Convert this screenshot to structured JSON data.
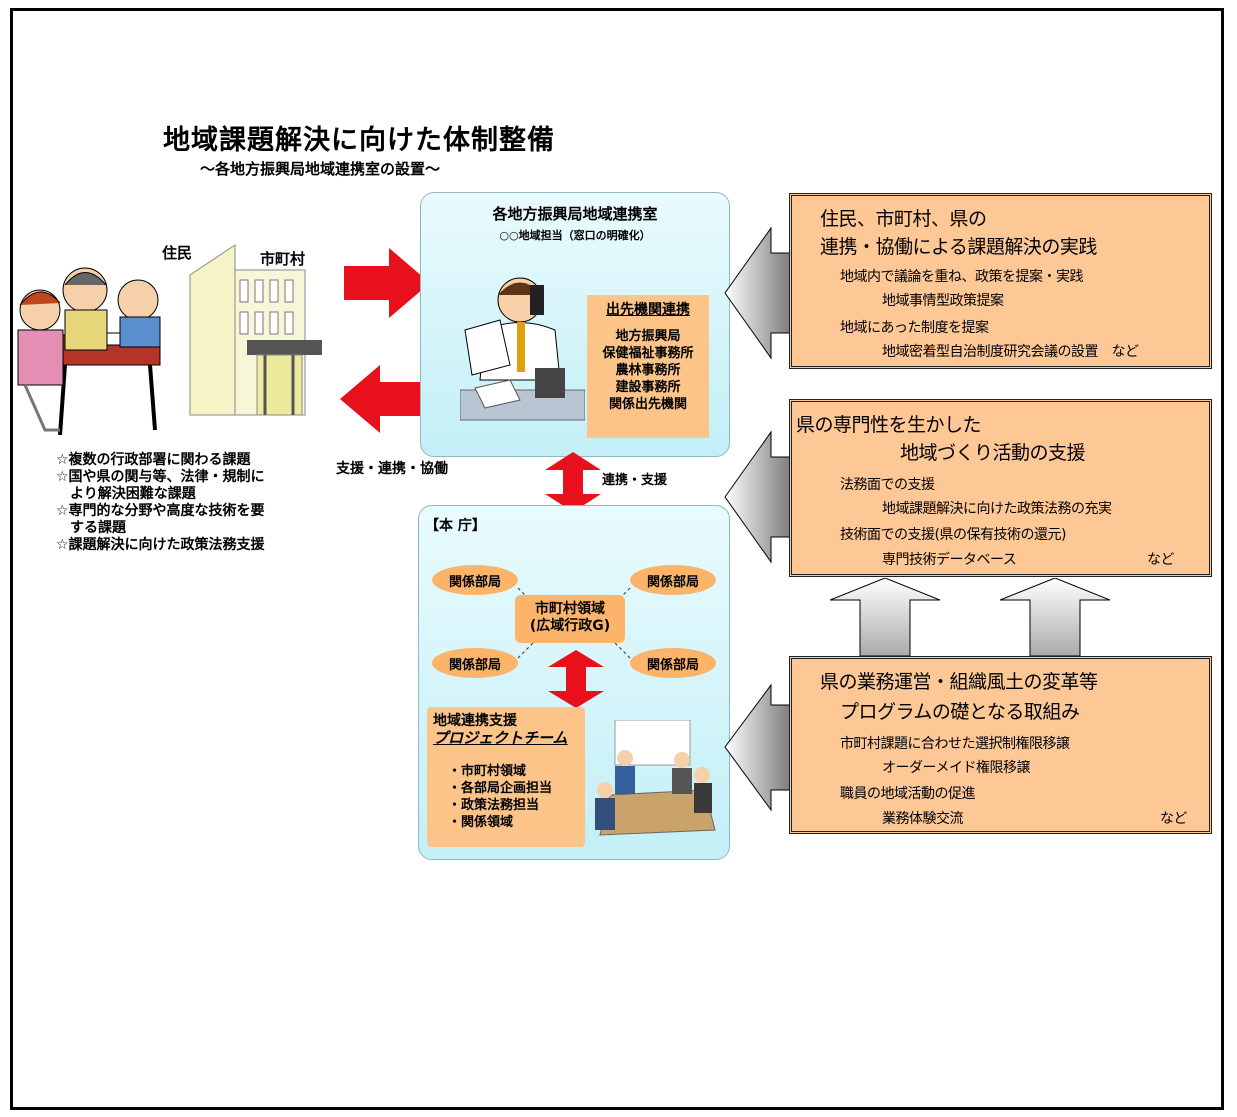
{
  "header": {
    "title": "地域課題解決に向けた体制整備",
    "subtitle": "～各地方振興局地域連携室の設置～"
  },
  "left": {
    "residents_label": "住民",
    "municipality_label": "市町村",
    "support_label": "支援・連携・協働",
    "issues": [
      "☆複数の行政部署に関わる課題",
      "☆国や県の関与等、法律・規制に",
      "　より解決困難な課題",
      "☆専門的な分野や高度な技術を要",
      "　する課題",
      "☆課題解決に向けた政策法務支援"
    ]
  },
  "center": {
    "office_title": "各地方振興局地域連携室",
    "office_sub": "○○地域担当（窓口の明確化）",
    "branch_title": "出先機関連携",
    "branch_items": [
      "地方振興局",
      "保健福祉事務所",
      "農林事務所",
      "建設事務所",
      "関係出先機関"
    ],
    "link_label": "連携・支援",
    "hq_label": "【本 庁】",
    "dept_label": "関係部局",
    "core_line1": "市町村領域",
    "core_line2": "(広域行政G)",
    "team_title1": "地域連携支援",
    "team_title2": "プロジェクトチーム",
    "team_items": [
      "・市町村領域",
      "・各部局企画担当",
      "・政策法務担当",
      "・関係領域"
    ]
  },
  "right": {
    "box1": {
      "h1": "住民、市町村、県の",
      "h2": "連携・協働による課題解決の実践",
      "l1": "地域内で議論を重ね、政策を提案・実践",
      "l2": "地域事情型政策提案",
      "l3": "地域にあった制度を提案",
      "l4": "地域密着型自治制度研究会議の設置　など"
    },
    "box2": {
      "h1": "県の専門性を生かした",
      "h2": "地域づくり活動の支援",
      "l1": "法務面での支援",
      "l2": "地域課題解決に向けた政策法務の充実",
      "l3": "技術面での支援(県の保有技術の還元)",
      "l4": "専門技術データベース",
      "etc": "など"
    },
    "box3": {
      "h1": "県の業務運営・組織風土の変革等",
      "h2": "プログラムの礎となる取組み",
      "l1": "市町村課題に合わせた選択制権限移譲",
      "l2": "オーダーメイド権限移譲",
      "l3": "職員の地域活動の促進",
      "l4": "業務体験交流",
      "etc": "など"
    }
  },
  "colors": {
    "arrow_red": "#e8101a",
    "box_orange": "#fdc796",
    "panel_cyan": "#d6f6fb"
  }
}
